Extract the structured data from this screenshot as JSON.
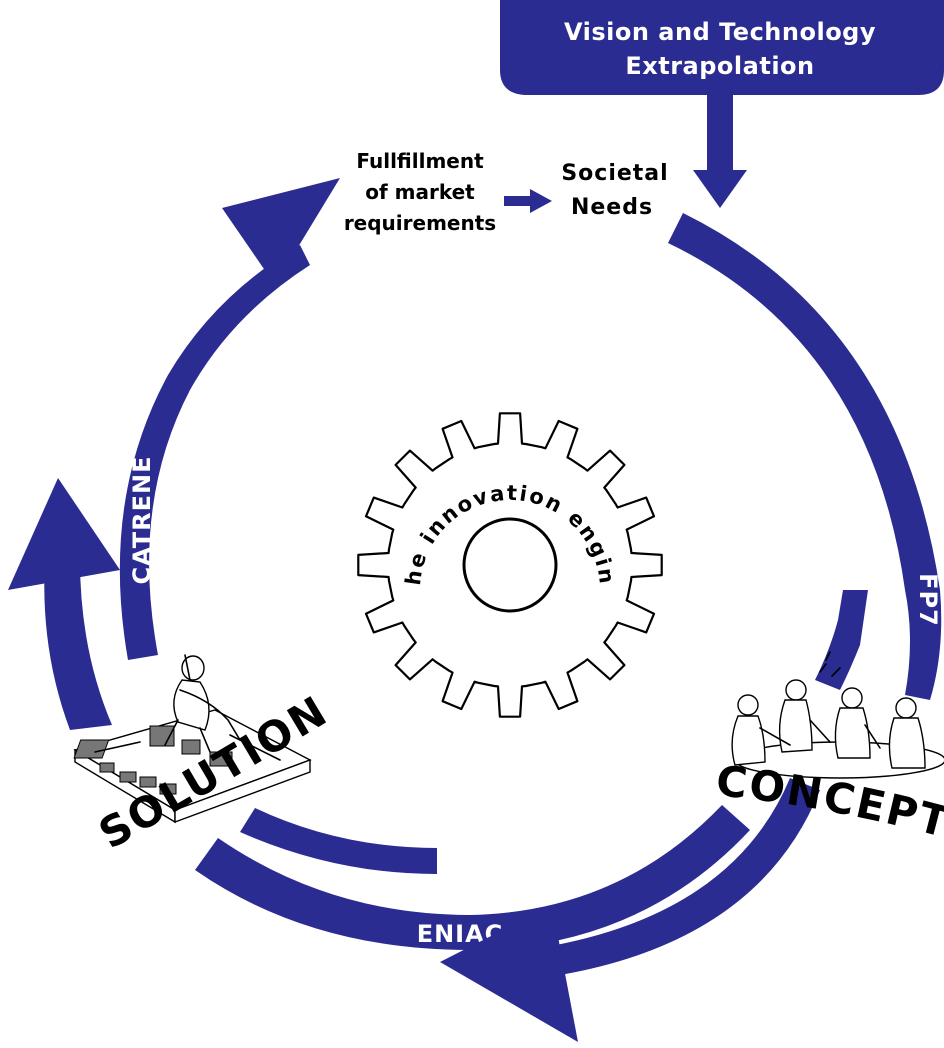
{
  "header_box": {
    "line1": "Vision and Technology",
    "line2": "Extrapolation"
  },
  "fulfillment": {
    "line1": "Fullfillment",
    "line2": "of market",
    "line3": "requirements"
  },
  "societal": {
    "line1": "Societal",
    "line2": "Needs"
  },
  "arc_labels": {
    "left": "CATRENE",
    "right": "FP7",
    "bottom": "ENIAC"
  },
  "nodes": {
    "solutions": "SOLUTIONS",
    "concepts": "CONCEPTS"
  },
  "gear": {
    "label": "The innovation engine"
  },
  "colors": {
    "arrow_blue": "#2b2c91",
    "text": "#000000",
    "background": "#ffffff"
  }
}
